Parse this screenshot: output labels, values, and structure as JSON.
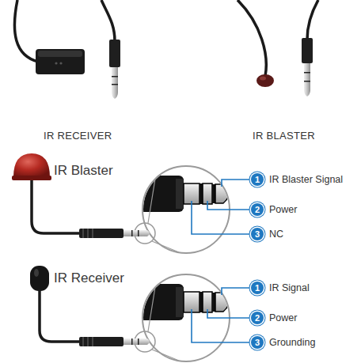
{
  "diagram": {
    "labels": [
      "IR RECEIVER",
      "IR BLASTER",
      "IR Blaster",
      "1",
      "IR Blaster Signal",
      "2",
      "Power",
      "3",
      "NC",
      "IR Receiver",
      "1",
      "IR Signal",
      "2",
      "Power",
      "3",
      "Grounding"
    ]
  }
}
